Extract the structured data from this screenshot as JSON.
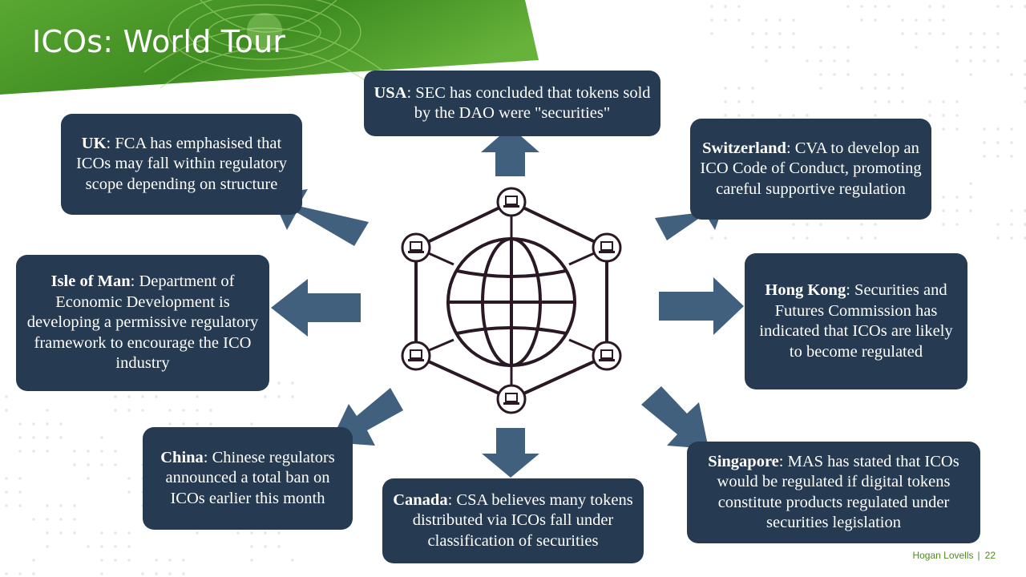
{
  "title": "ICOs: World Tour",
  "regions": {
    "usa": {
      "name": "USA",
      "text": ": SEC has concluded that tokens sold by the DAO were \"securities\""
    },
    "uk": {
      "name": "UK",
      "text": ": FCA has emphasised that ICOs may fall within regulatory scope depending on structure"
    },
    "switzerland": {
      "name": "Switzerland",
      "text": ": CVA to develop an ICO Code of Conduct, promoting careful supportive regulation"
    },
    "isle_of_man": {
      "name": "Isle of Man",
      "text": ":  Department of Economic Development is developing a permissive regulatory framework to encourage the ICO industry"
    },
    "hong_kong": {
      "name": "Hong Kong",
      "text": ": Securities and Futures Commission has indicated that ICOs are likely to become regulated"
    },
    "china": {
      "name": "China",
      "text": ": Chinese regulators  announced a total ban on ICOs earlier this month"
    },
    "canada": {
      "name": "Canada",
      "text": ": CSA believes many tokens distributed via ICOs fall under classification of securities"
    },
    "singapore": {
      "name": "Singapore",
      "text": ": MAS has stated that ICOs would be regulated if digital tokens constitute products regulated under securities legislation"
    }
  },
  "footer": {
    "company": "Hogan Lovells",
    "separator": "|",
    "page_number": "22"
  },
  "colors": {
    "box": "#263a52",
    "arrow": "#41607e",
    "network": "#2b1825",
    "banner": "#4f9c2c",
    "footer": "#4e8a1e"
  },
  "icons": {
    "hub": "globe-network-icon",
    "node": "laptop-icon"
  }
}
